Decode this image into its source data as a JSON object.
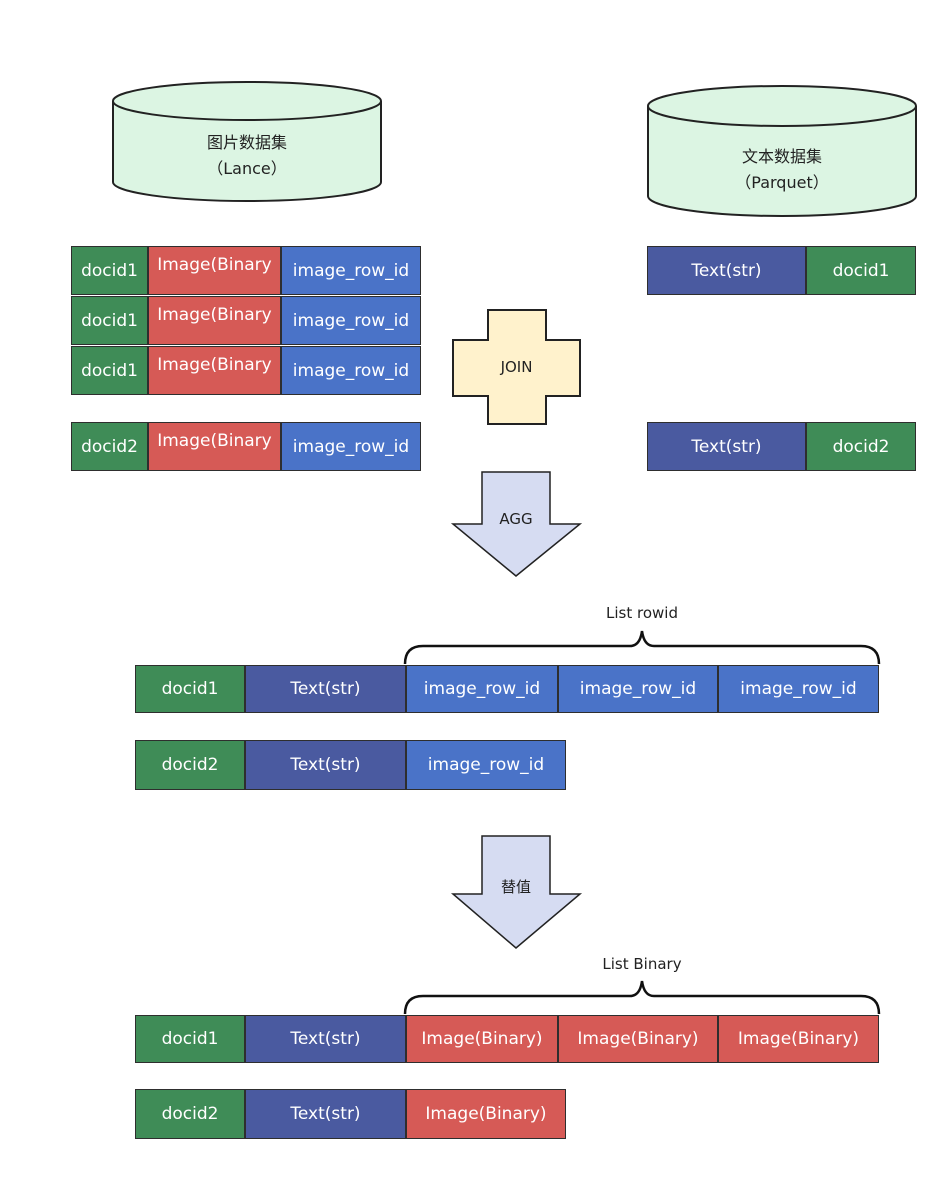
{
  "datasets": {
    "image": {
      "title": "图片数据集",
      "format": "（Lance）"
    },
    "text": {
      "title": "文本数据集",
      "format": "（Parquet）"
    }
  },
  "labels": {
    "docid1": "docid1",
    "docid2": "docid2",
    "image_binary_truncated": "Image(Binary",
    "image_binary": "Image(Binary)",
    "image_row_id": "image_row_id",
    "text_str": "Text(str)"
  },
  "operations": {
    "join": "JOIN",
    "agg": "AGG",
    "replace": "替值"
  },
  "braces": {
    "list_rowid": "List rowid",
    "list_binary": "List Binary"
  },
  "colors": {
    "docid": "#3f8c57",
    "image_binary": "#d65a56",
    "image_row_id": "#4a73c8",
    "text_str": "#4a5aa0",
    "dataset_fill": "#dcf5e3",
    "join_fill": "#fff2cc",
    "arrow_fill": "#d6dcf2"
  }
}
